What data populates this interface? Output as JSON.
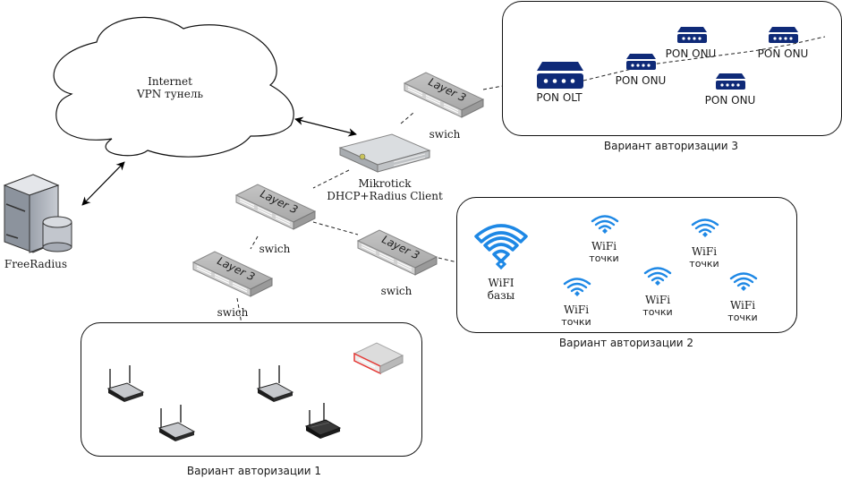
{
  "diagram": {
    "cloud": {
      "line1": "Internet",
      "line2": "VPN тунель"
    },
    "server": {
      "label": "FreeRadius"
    },
    "router": {
      "line1": "Mikrotick",
      "line2": "DHCP+Radius Client"
    },
    "switch_text": "Layer 3",
    "switch_label": "swich",
    "groups": [
      {
        "id": "variant-3",
        "title": "Вариант авторизации 3",
        "devices": [
          {
            "type": "pon-olt",
            "label": "PON OLT"
          },
          {
            "type": "pon-onu",
            "label": "PON ONU"
          },
          {
            "type": "pon-onu",
            "label": "PON ONU"
          },
          {
            "type": "pon-onu",
            "label": "PON ONU"
          },
          {
            "type": "pon-onu",
            "label": "PON ONU"
          }
        ]
      },
      {
        "id": "variant-2",
        "title": "Вариант авторизации 2",
        "devices": [
          {
            "type": "wifi-base",
            "line1": "WiFI",
            "line2": "базы"
          },
          {
            "type": "wifi-point",
            "line1": "WiFi",
            "line2": "точки"
          },
          {
            "type": "wifi-point",
            "line1": "WiFi",
            "line2": "точки"
          },
          {
            "type": "wifi-point",
            "line1": "WiFi",
            "line2": "точки"
          },
          {
            "type": "wifi-point",
            "line1": "WiFi",
            "line2": "точки"
          },
          {
            "type": "wifi-point",
            "line1": "WiFi",
            "line2": "точки"
          }
        ]
      },
      {
        "id": "variant-1",
        "title": "Вариант авторизации 1",
        "devices": [
          {
            "type": "wireless-router"
          },
          {
            "type": "wireless-router"
          },
          {
            "type": "wireless-router"
          },
          {
            "type": "wireless-router-black"
          },
          {
            "type": "network-appliance"
          }
        ]
      }
    ],
    "colors": {
      "pon": "#0f2a78",
      "wifi": "#1e88e5",
      "switch_top": "#b5b5b5",
      "appliance_accent": "#e53935"
    }
  }
}
